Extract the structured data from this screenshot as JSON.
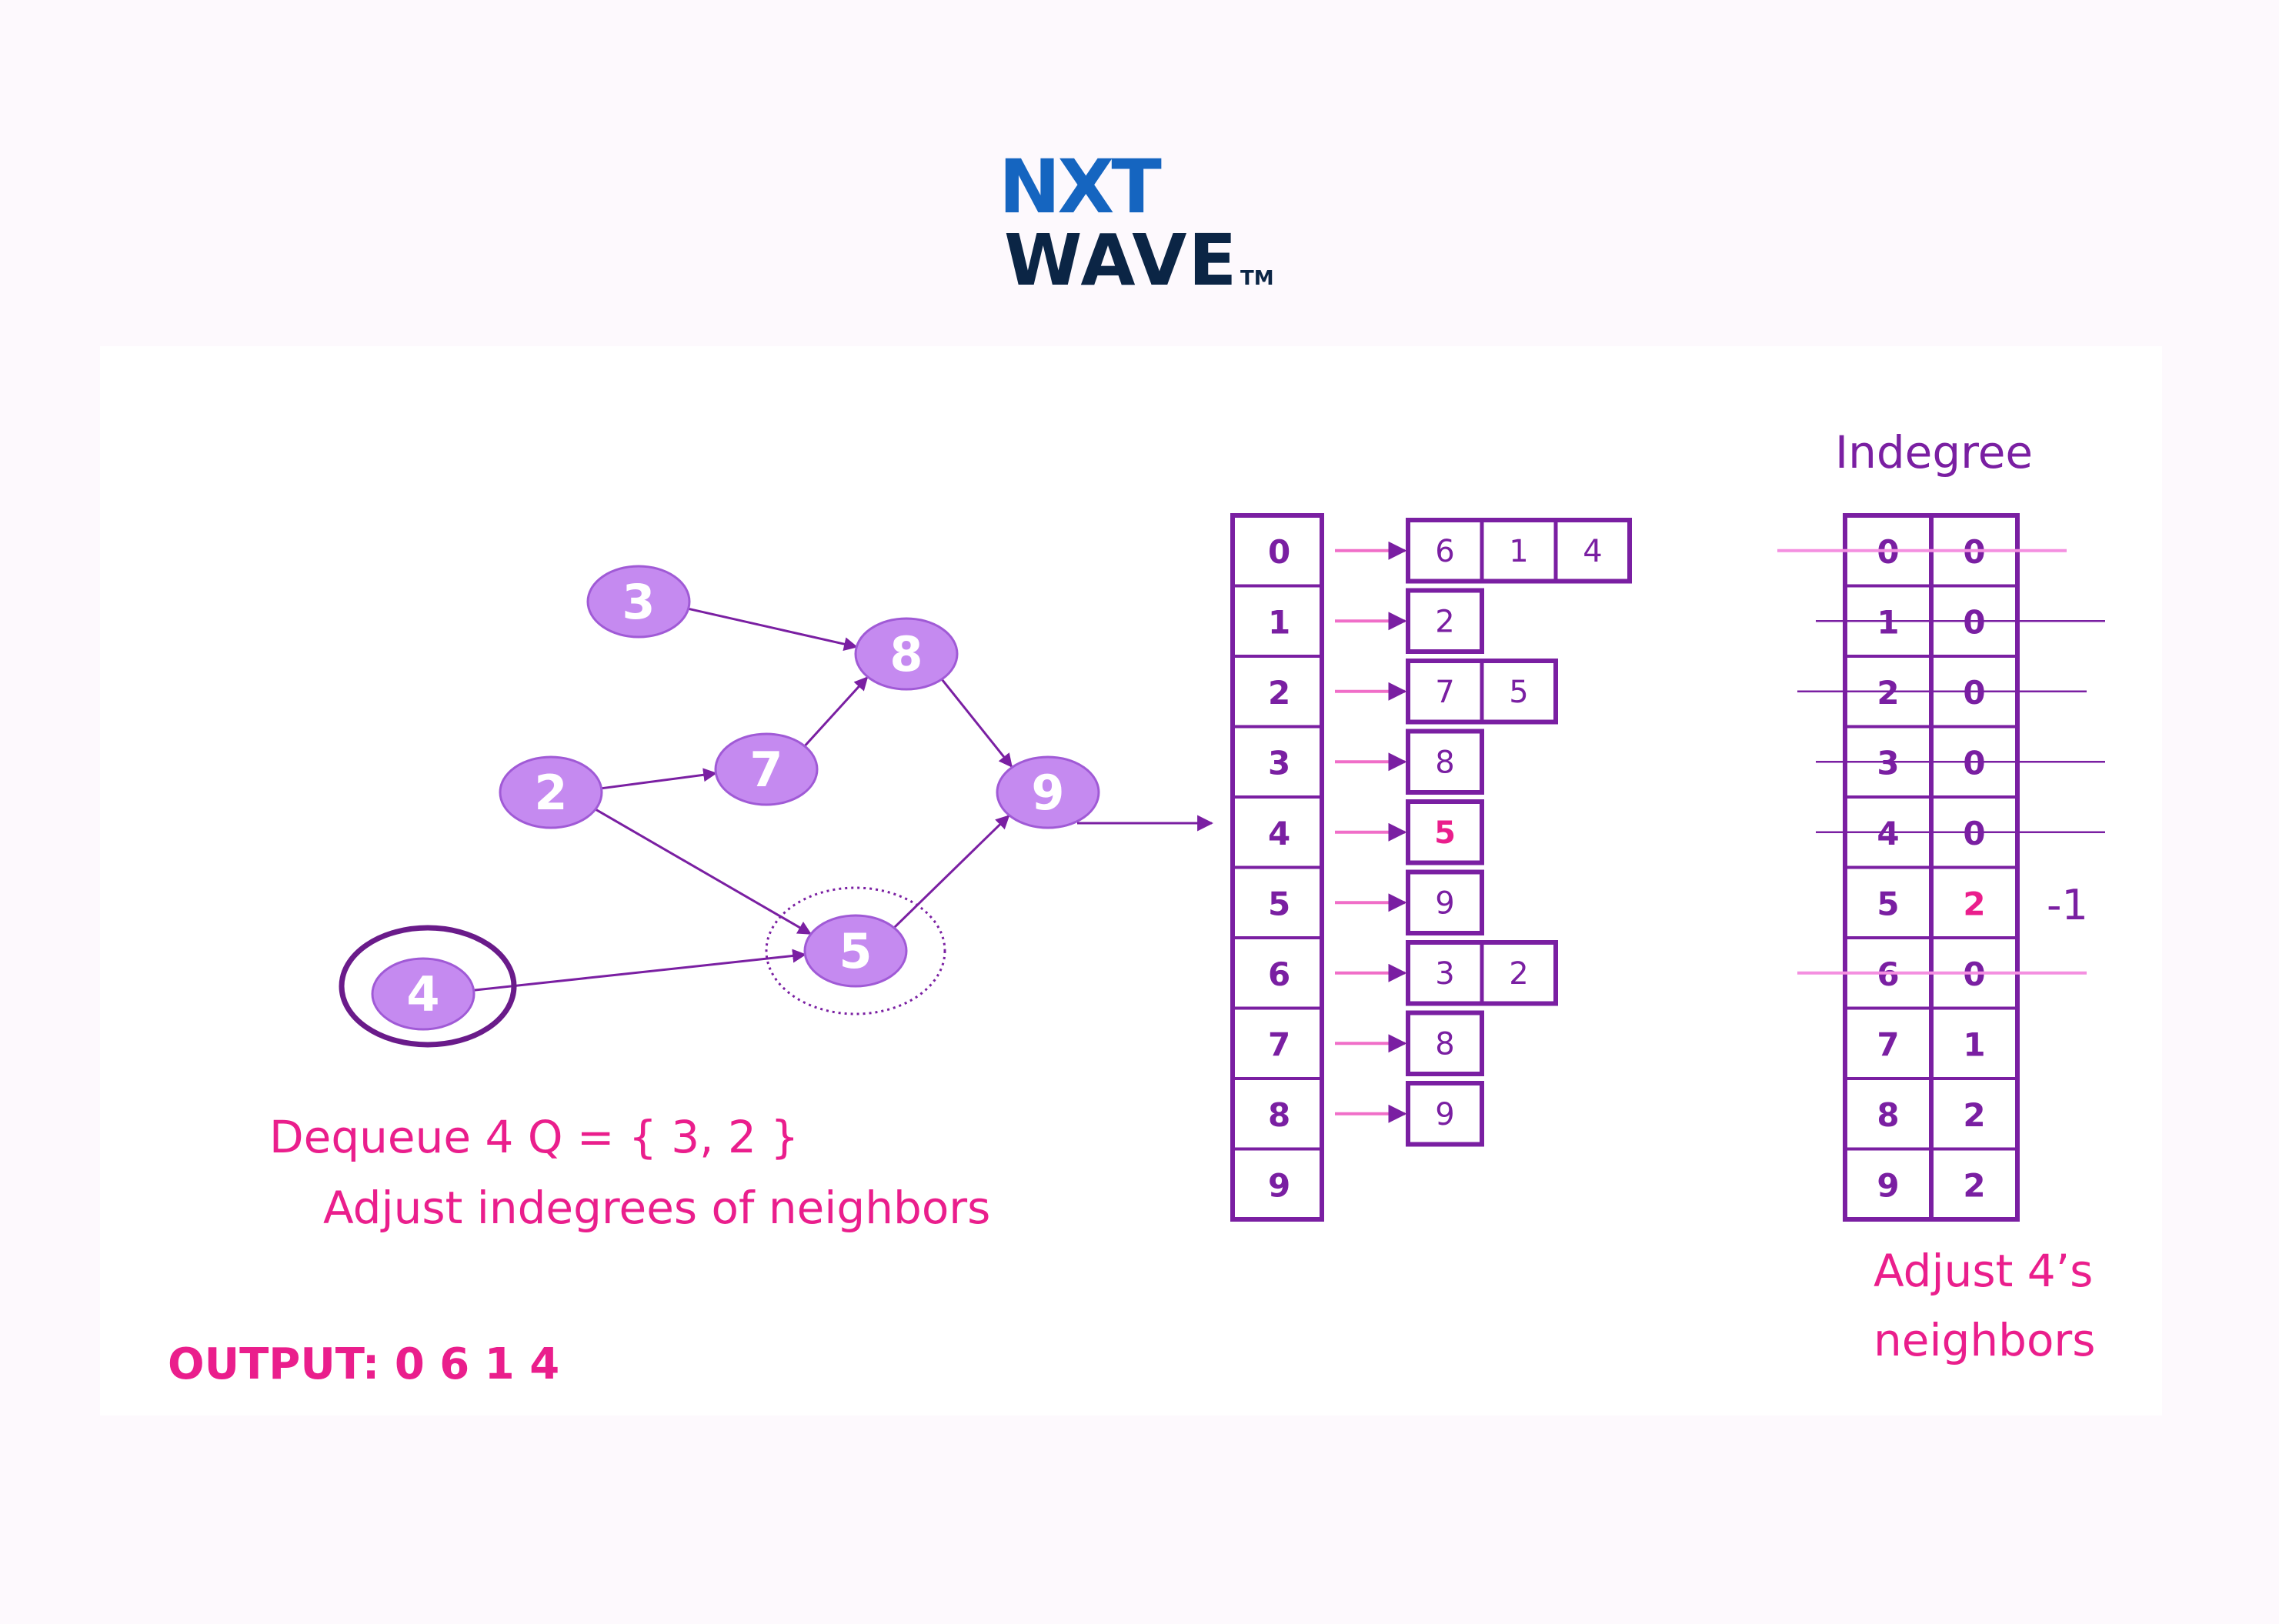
{
  "logo": {
    "line1": "NXT",
    "line2": "WAVE",
    "tm": "TM",
    "colors": {
      "nx": "#1565c0",
      "wave": "#0b2545"
    }
  },
  "graph": {
    "nodes": [
      "3",
      "8",
      "2",
      "7",
      "9",
      "4",
      "5"
    ],
    "edges": [
      [
        "3",
        "8"
      ],
      [
        "2",
        "7"
      ],
      [
        "7",
        "8"
      ],
      [
        "8",
        "9"
      ],
      [
        "2",
        "5"
      ],
      [
        "4",
        "5"
      ],
      [
        "5",
        "9"
      ]
    ],
    "current_node": "4",
    "highlighted_neighbor": "5"
  },
  "adjacency": {
    "index": [
      "0",
      "1",
      "2",
      "3",
      "4",
      "5",
      "6",
      "7",
      "8",
      "9"
    ],
    "lists": [
      [
        "6",
        "1",
        "4"
      ],
      [
        "2"
      ],
      [
        "7",
        "5"
      ],
      [
        "8"
      ],
      [
        "5"
      ],
      [
        "9"
      ],
      [
        "3",
        "2"
      ],
      [
        "8"
      ],
      [
        "9"
      ],
      []
    ],
    "highlighted_entry": {
      "row": 4,
      "col": 0
    }
  },
  "indegree": {
    "title": "Indegree",
    "index": [
      "0",
      "1",
      "2",
      "3",
      "4",
      "5",
      "6",
      "7",
      "8",
      "9"
    ],
    "values": [
      "0",
      "0",
      "0",
      "0",
      "0",
      "2",
      "0",
      "1",
      "2",
      "2"
    ],
    "crossed_rows": [
      0,
      1,
      2,
      3,
      4,
      6
    ],
    "highlighted_row": 5,
    "side_note": "-1"
  },
  "captions": {
    "dequeue": "Dequeue 4  Q = {  3, 2 }",
    "adjust": "Adjust indegrees of neighbors",
    "output": "OUTPUT:  0 6 1 4",
    "adjust_neighbors_line1": "Adjust 4’s",
    "adjust_neighbors_line2": "neighbors"
  },
  "colors": {
    "purple": "#7a1fa2",
    "node_fill": "#c58af0",
    "pink": "#ea1e8c",
    "magenta": "#e040a0",
    "highlight_line": "#f48fe0"
  }
}
